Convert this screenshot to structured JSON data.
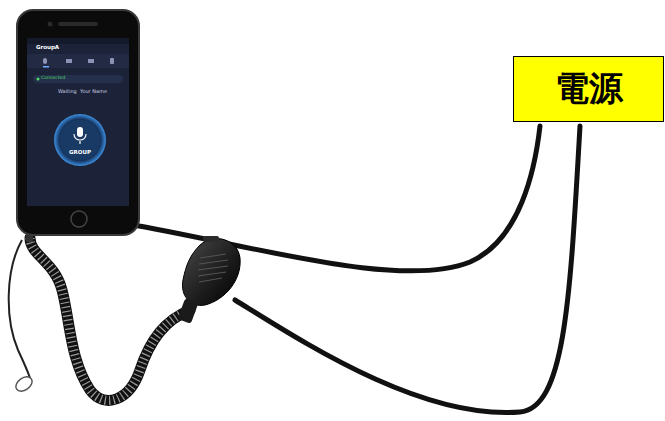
{
  "diagram": {
    "nodes": [
      {
        "text": [
          "電源"
        ]
      }
    ],
    "labels": [
      "GroupA",
      "Connected",
      "Waiting",
      "Your Name",
      "GROUP"
    ]
  }
}
